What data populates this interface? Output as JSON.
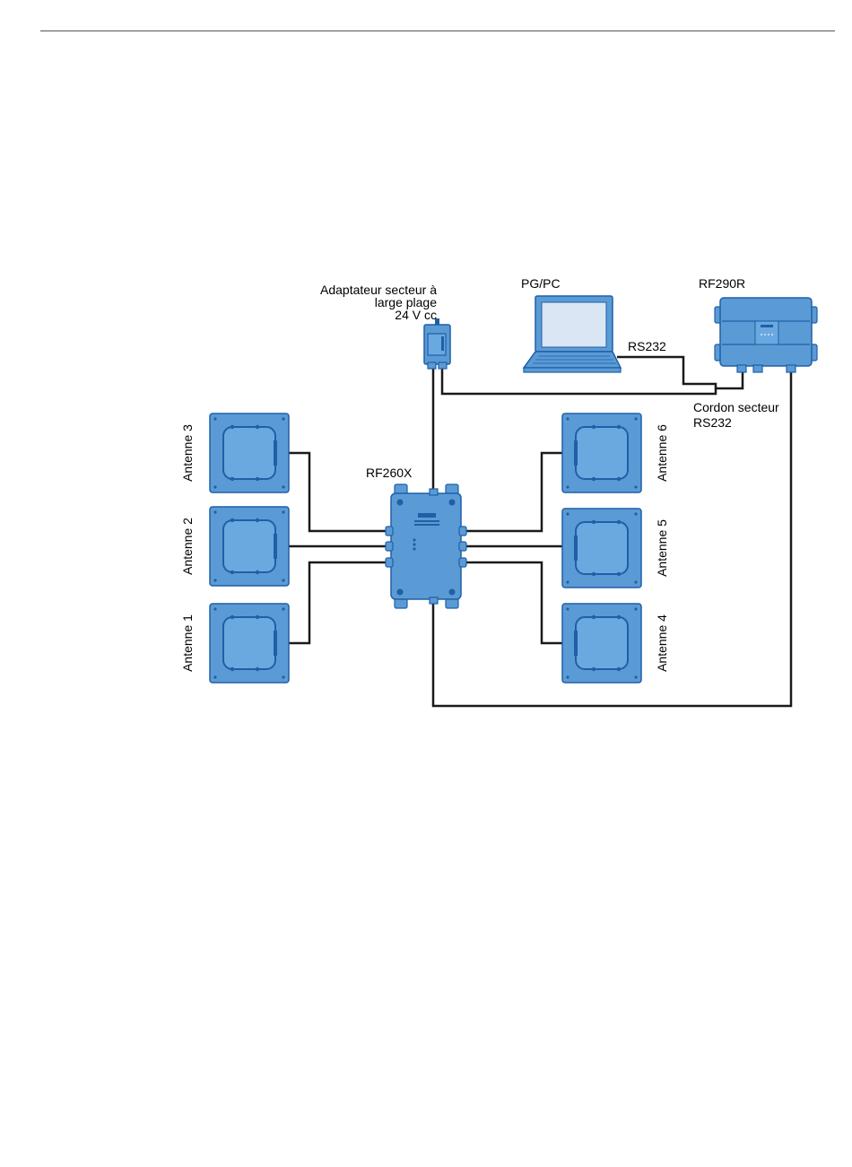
{
  "labels": {
    "adapter_line1": "Adaptateur secteur à",
    "adapter_line2": "large plage",
    "adapter_line3": "24 V cc",
    "pgpc": "PG/PC",
    "rf290r": "RF290R",
    "rs232": "RS232",
    "cordon_line1": "Cordon secteur",
    "cordon_line2": "RS232",
    "rf260x": "RF260X",
    "antenna_1": "Antenne 1",
    "antenna_2": "Antenne 2",
    "antenna_3": "Antenne 3",
    "antenna_4": "Antenne 4",
    "antenna_5": "Antenne 5",
    "antenna_6": "Antenne 6"
  },
  "colors": {
    "device_fill": "#5b9bd5",
    "device_stroke": "#1f5fa8",
    "device_inner": "#6aa8e0",
    "screen": "#dbe6f5",
    "cable": "#1a1a1a"
  }
}
